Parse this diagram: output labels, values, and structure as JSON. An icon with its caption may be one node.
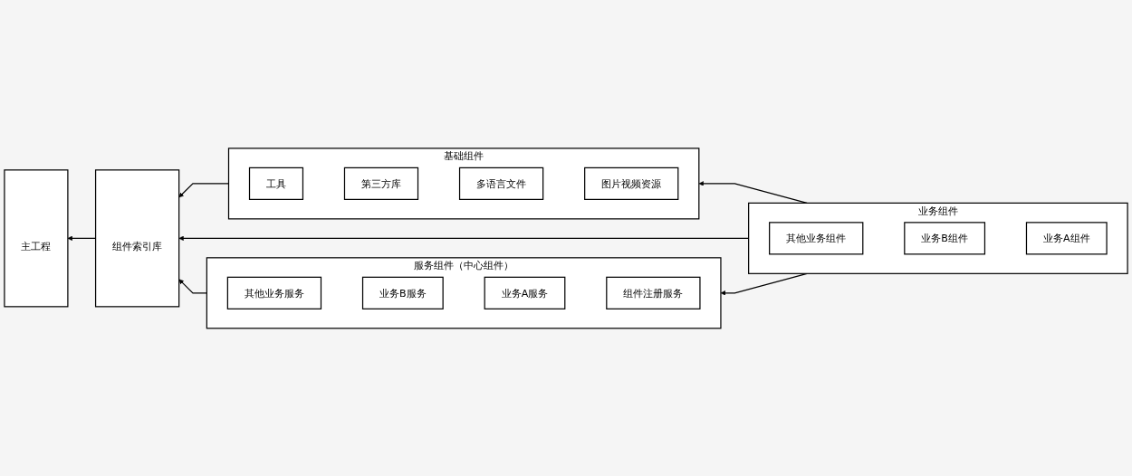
{
  "diagram": {
    "nodes": [
      {
        "text": [
          "主工程"
        ]
      },
      {
        "text": [
          "组件索引库"
        ]
      },
      {
        "text": [
          "基础组件"
        ]
      },
      {
        "text": [
          "图片视频资源"
        ],
        "in": 2
      },
      {
        "text": [
          "多语言文件"
        ],
        "in": 2
      },
      {
        "text": [
          "第三方库"
        ],
        "in": 2
      },
      {
        "text": [
          "工具"
        ],
        "in": 2
      },
      {
        "text": [
          "业务组件"
        ]
      },
      {
        "text": [
          "业务A组件"
        ],
        "in": 7
      },
      {
        "text": [
          "业务B组件"
        ],
        "in": 7
      },
      {
        "text": [
          "其他业务组件"
        ],
        "in": 7
      },
      {
        "text": [
          "服务组件（中心组件）"
        ]
      },
      {
        "text": [
          "组件注册服务"
        ],
        "in": 11
      },
      {
        "text": [
          "业务A服务"
        ],
        "in": 11
      },
      {
        "text": [
          "业务B服务"
        ],
        "in": 11
      },
      {
        "text": [
          "其他业务服务"
        ],
        "in": 11
      }
    ],
    "edges": [
      {
        "from": 2,
        "to": 1,
        "arrow": "to"
      },
      {
        "from": 7,
        "to": 1,
        "arrow": "to"
      },
      {
        "from": 11,
        "to": 1,
        "arrow": "to"
      },
      {
        "from": 1,
        "to": 0,
        "arrow": "to"
      },
      {
        "from": 7,
        "to": 2,
        "arrow": "to"
      },
      {
        "from": 7,
        "to": 11,
        "arrow": "to"
      }
    ]
  }
}
